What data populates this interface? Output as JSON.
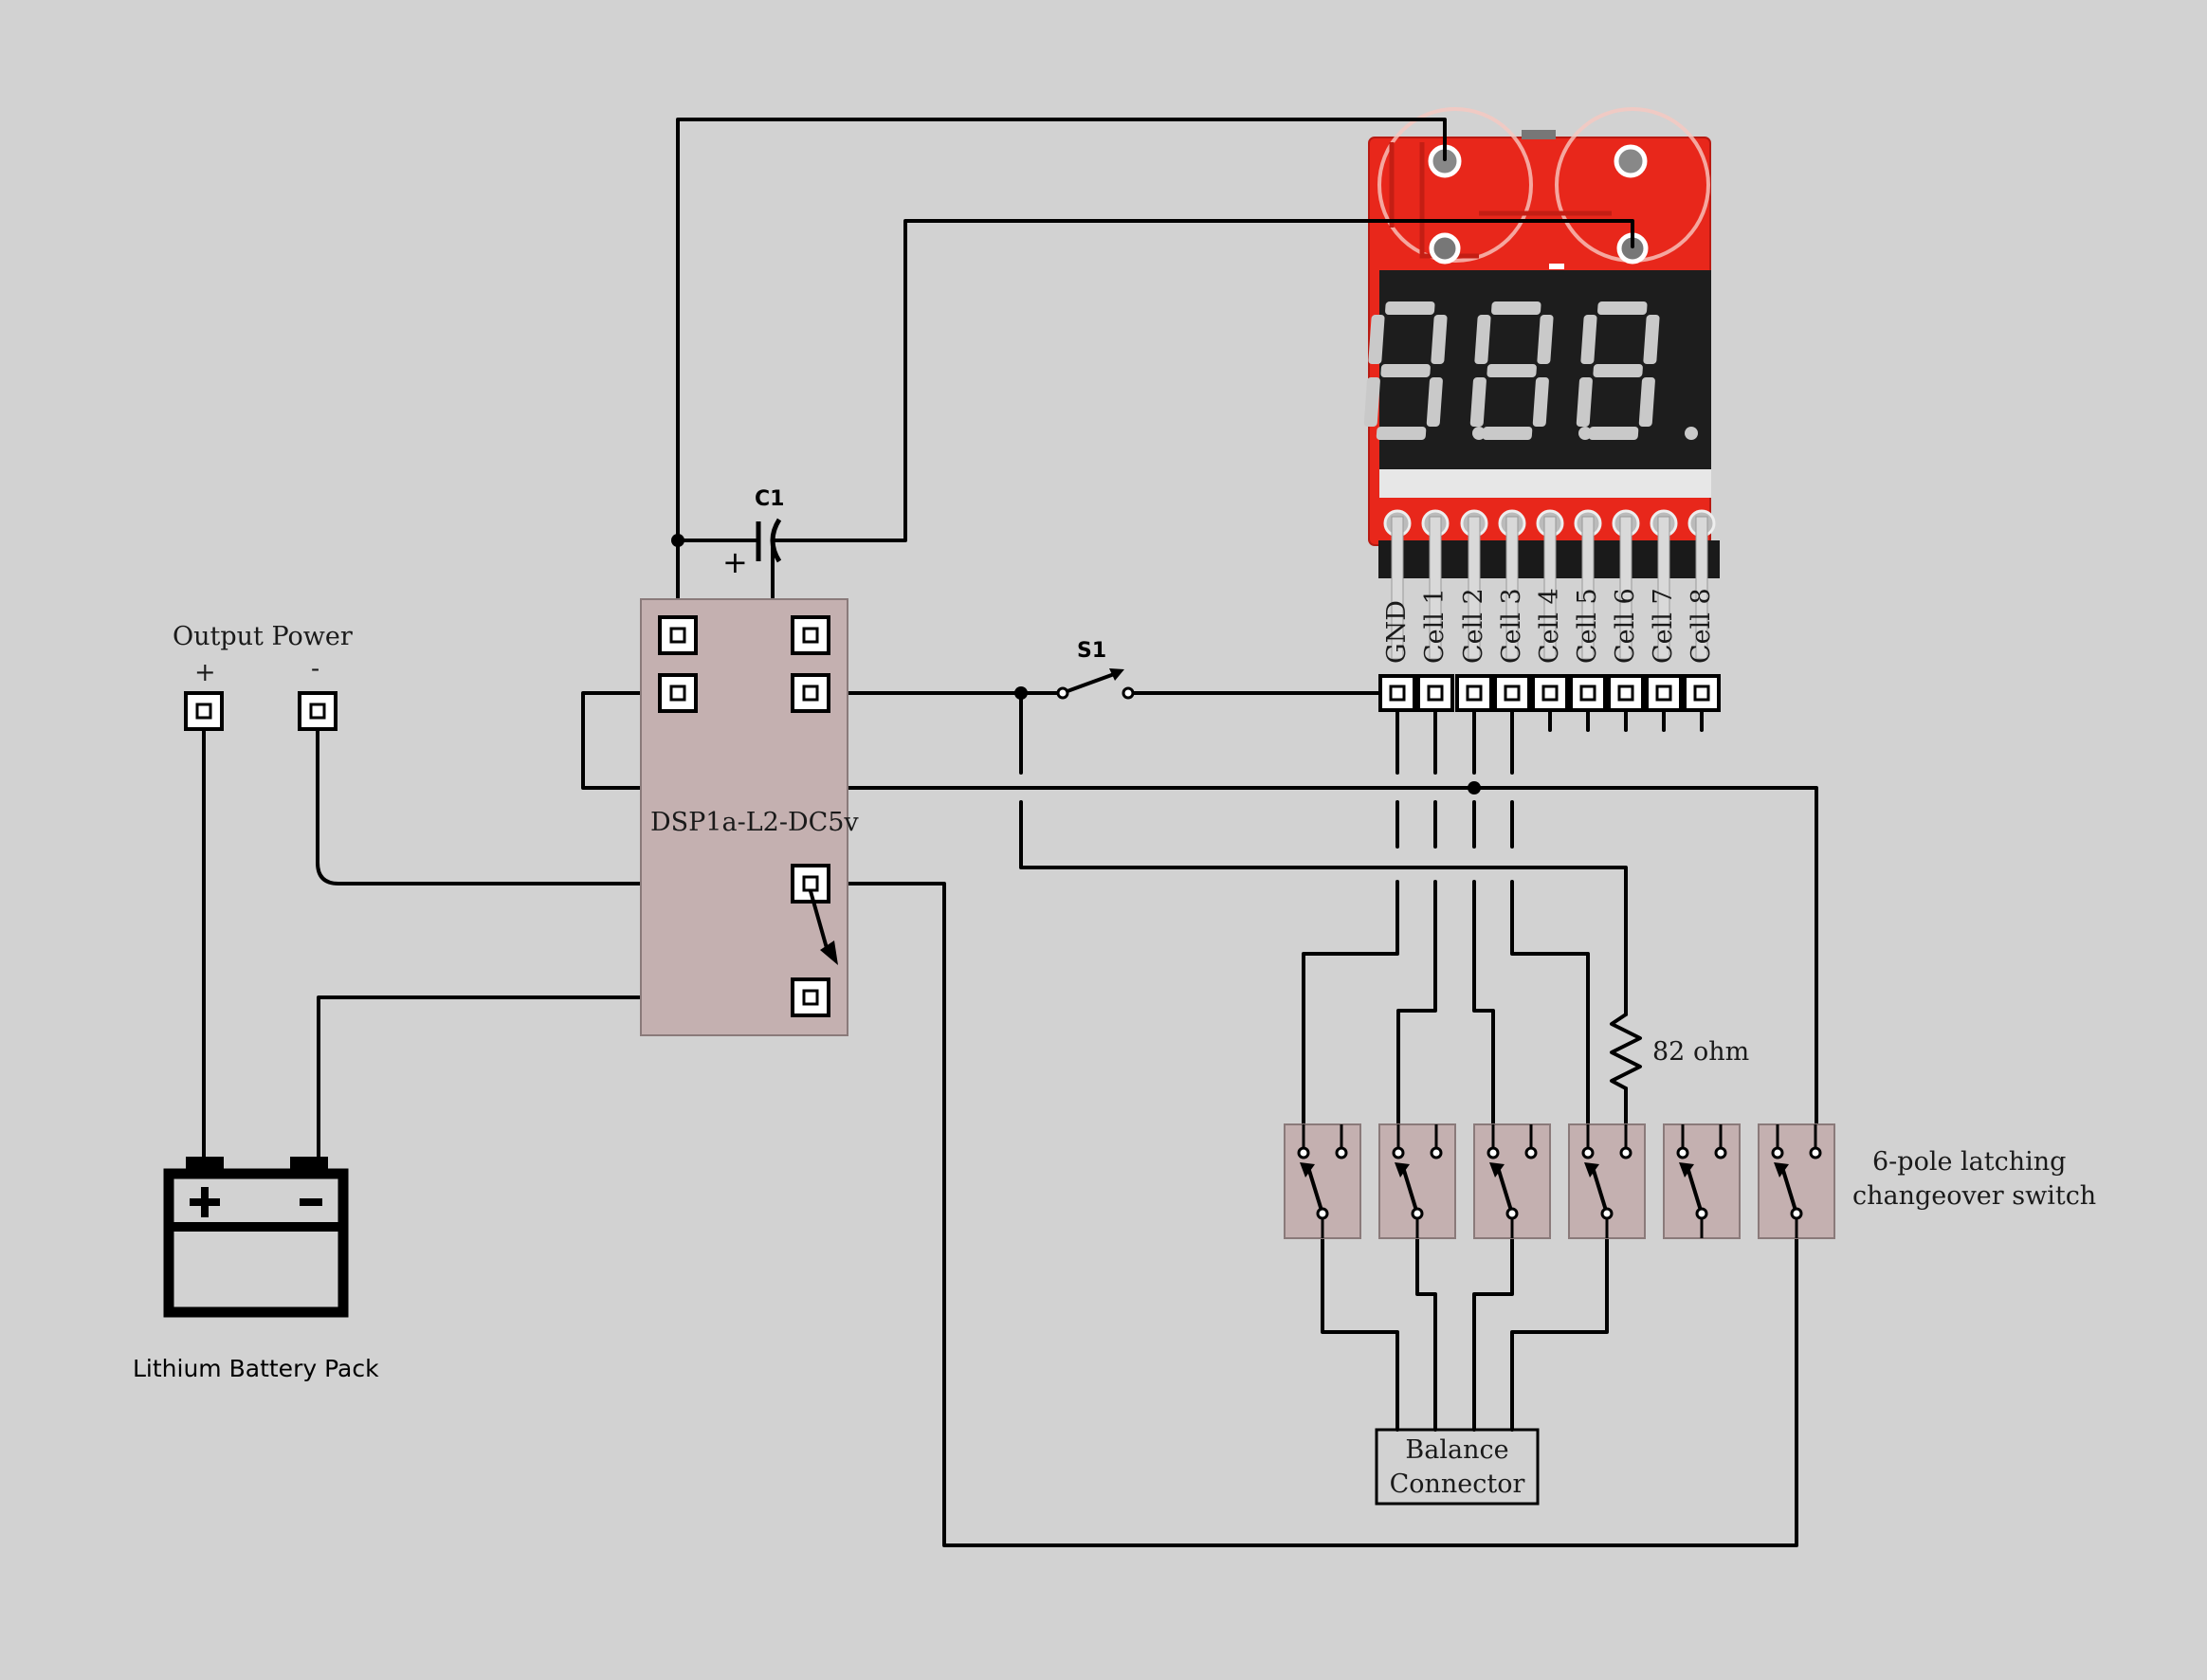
{
  "labels": {
    "output_power": "Output Power",
    "output_plus": "+",
    "output_minus": "-",
    "battery": "Lithium Battery Pack",
    "capacitor": "C1",
    "capacitor_polarity": "+",
    "relay": "DSP1a-L2-DC5v",
    "switch_s1": "S1",
    "resistor": "82 ohm",
    "changeover_switch_line1": "6-pole latching",
    "changeover_switch_line2": "changeover switch",
    "balance_line1": "Balance",
    "balance_line2": "Connector"
  },
  "checker_pins": [
    "GND",
    "Cell 1",
    "Cell 2",
    "Cell 3",
    "Cell 4",
    "Cell 5",
    "Cell 6",
    "Cell 7",
    "Cell 8"
  ],
  "display": {
    "digits": "8.8.8."
  },
  "colors": {
    "background": "#d2d2d2",
    "wire": "#000000",
    "relay_body": "#c4b0b0",
    "switch_pole": "#c4b0b0",
    "pcb": "#e8271b",
    "display": "#1d1d1d",
    "segment": "#c9c9c9"
  }
}
